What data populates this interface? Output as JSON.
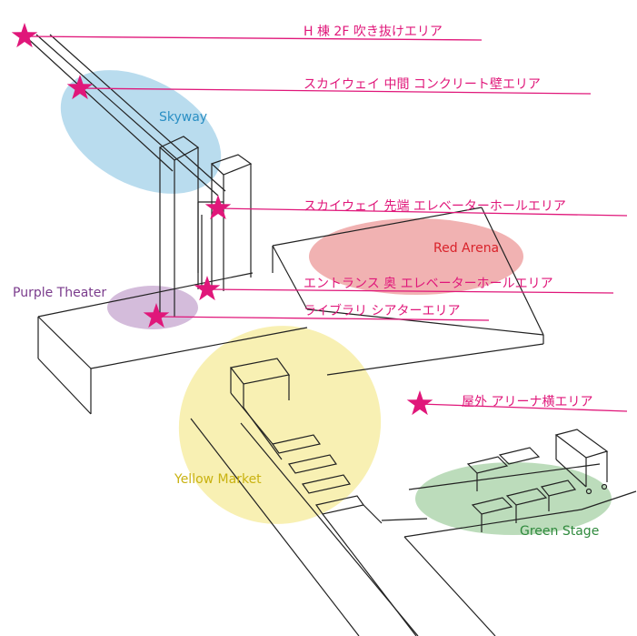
{
  "zones": {
    "skyway": {
      "label": "Skyway",
      "color": "#2a8fc4",
      "fill": "#b9dcee"
    },
    "red_arena": {
      "label": "Red Arena",
      "color": "#d9232b",
      "fill": "#f1b2b2"
    },
    "purple_theater": {
      "label": "Purple Theater",
      "color": "#7a3b8c",
      "fill": "#d4bcdb"
    },
    "yellow_market": {
      "label": "Yellow Market",
      "color": "#d7c21c",
      "fill": "#f8f0b3"
    },
    "green_stage": {
      "label": "Green Stage",
      "color": "#2f8a3d",
      "fill": "#bcdcbb"
    }
  },
  "spots": [
    {
      "label": "H 棟 2F 吹き抜けエリア"
    },
    {
      "label": "スカイウェイ 中間 コンクリート壁エリア"
    },
    {
      "label": "スカイウェイ 先端 エレベーターホールエリア"
    },
    {
      "label": "エントランス 奥 エレベーターホールエリア"
    },
    {
      "label": "ライブラリ シアターエリア"
    },
    {
      "label": "屋外 アリーナ横エリア"
    }
  ],
  "colors": {
    "accent": "#e0177a",
    "line": "#222222"
  },
  "icons": {
    "marker": "star-icon"
  }
}
